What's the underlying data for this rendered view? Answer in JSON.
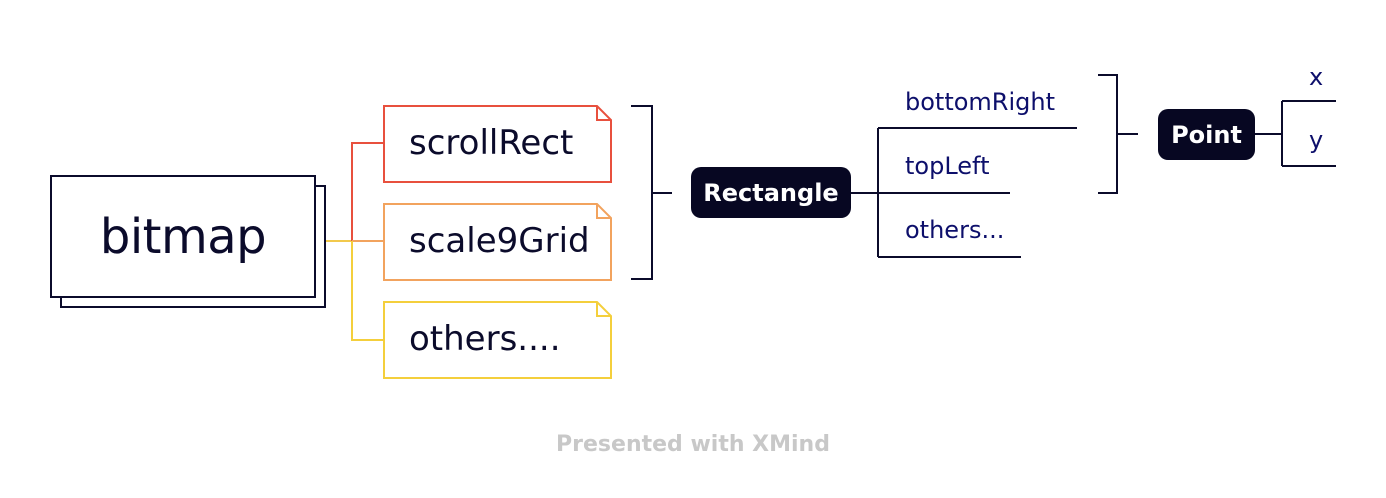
{
  "root": {
    "label": "bitmap"
  },
  "branches": [
    {
      "label": "scrollRect",
      "color": "#e8503e"
    },
    {
      "label": "scale9Grid",
      "color": "#f2a35e"
    },
    {
      "label": "others....",
      "color": "#f4cf3c"
    }
  ],
  "rectangle": {
    "label": "Rectangle"
  },
  "rect_children": [
    "bottomRight",
    "topLeft",
    "others..."
  ],
  "point": {
    "label": "Point"
  },
  "point_children": [
    "x",
    "y"
  ],
  "colors": {
    "ink": "#0b0b2b",
    "leaf_text": "#0d0f6b",
    "pill_bg": "#070722"
  },
  "footer": "Presented with XMind"
}
